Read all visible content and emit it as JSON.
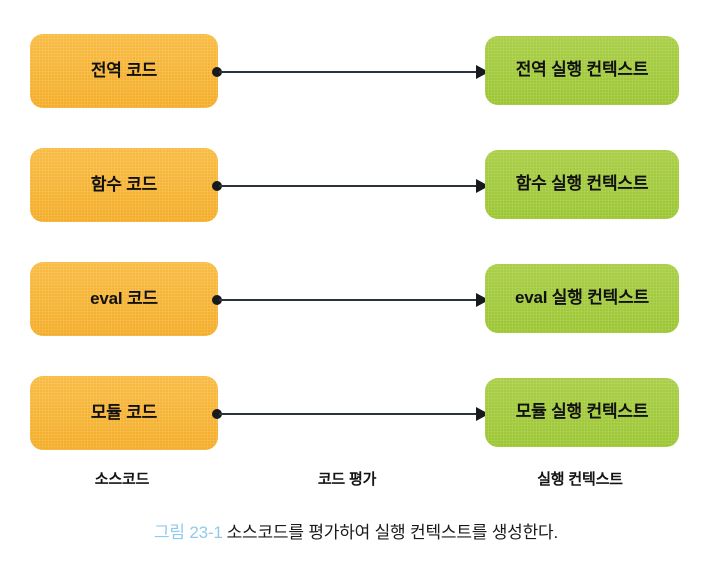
{
  "figure": {
    "rows": [
      {
        "source_label": "전역 코드",
        "context_label": "전역 실행 컨텍스트",
        "connector": "arrow-right"
      },
      {
        "source_label": "함수 코드",
        "context_label": "함수 실행 컨텍스트",
        "connector": "arrow-right"
      },
      {
        "source_label": "eval 코드",
        "context_label": "eval 실행 컨텍스트",
        "connector": "arrow-right"
      },
      {
        "source_label": "모듈 코드",
        "context_label": "모듈 실행 컨텍스트",
        "connector": "arrow-right"
      }
    ],
    "column_labels": {
      "source": "소스코드",
      "evaluate": "코드 평가",
      "context": "실행 컨텍스트"
    },
    "caption": {
      "number": "그림 23-1",
      "text": "소스코드를 평가하여 실행 컨텍스트를 생성한다."
    },
    "colors": {
      "source_box": "#f7b738",
      "context_box": "#a4cb3d",
      "connector": "#161a1d",
      "caption_number": "#8fccea",
      "text": "#111111",
      "background": "#ffffff"
    }
  }
}
